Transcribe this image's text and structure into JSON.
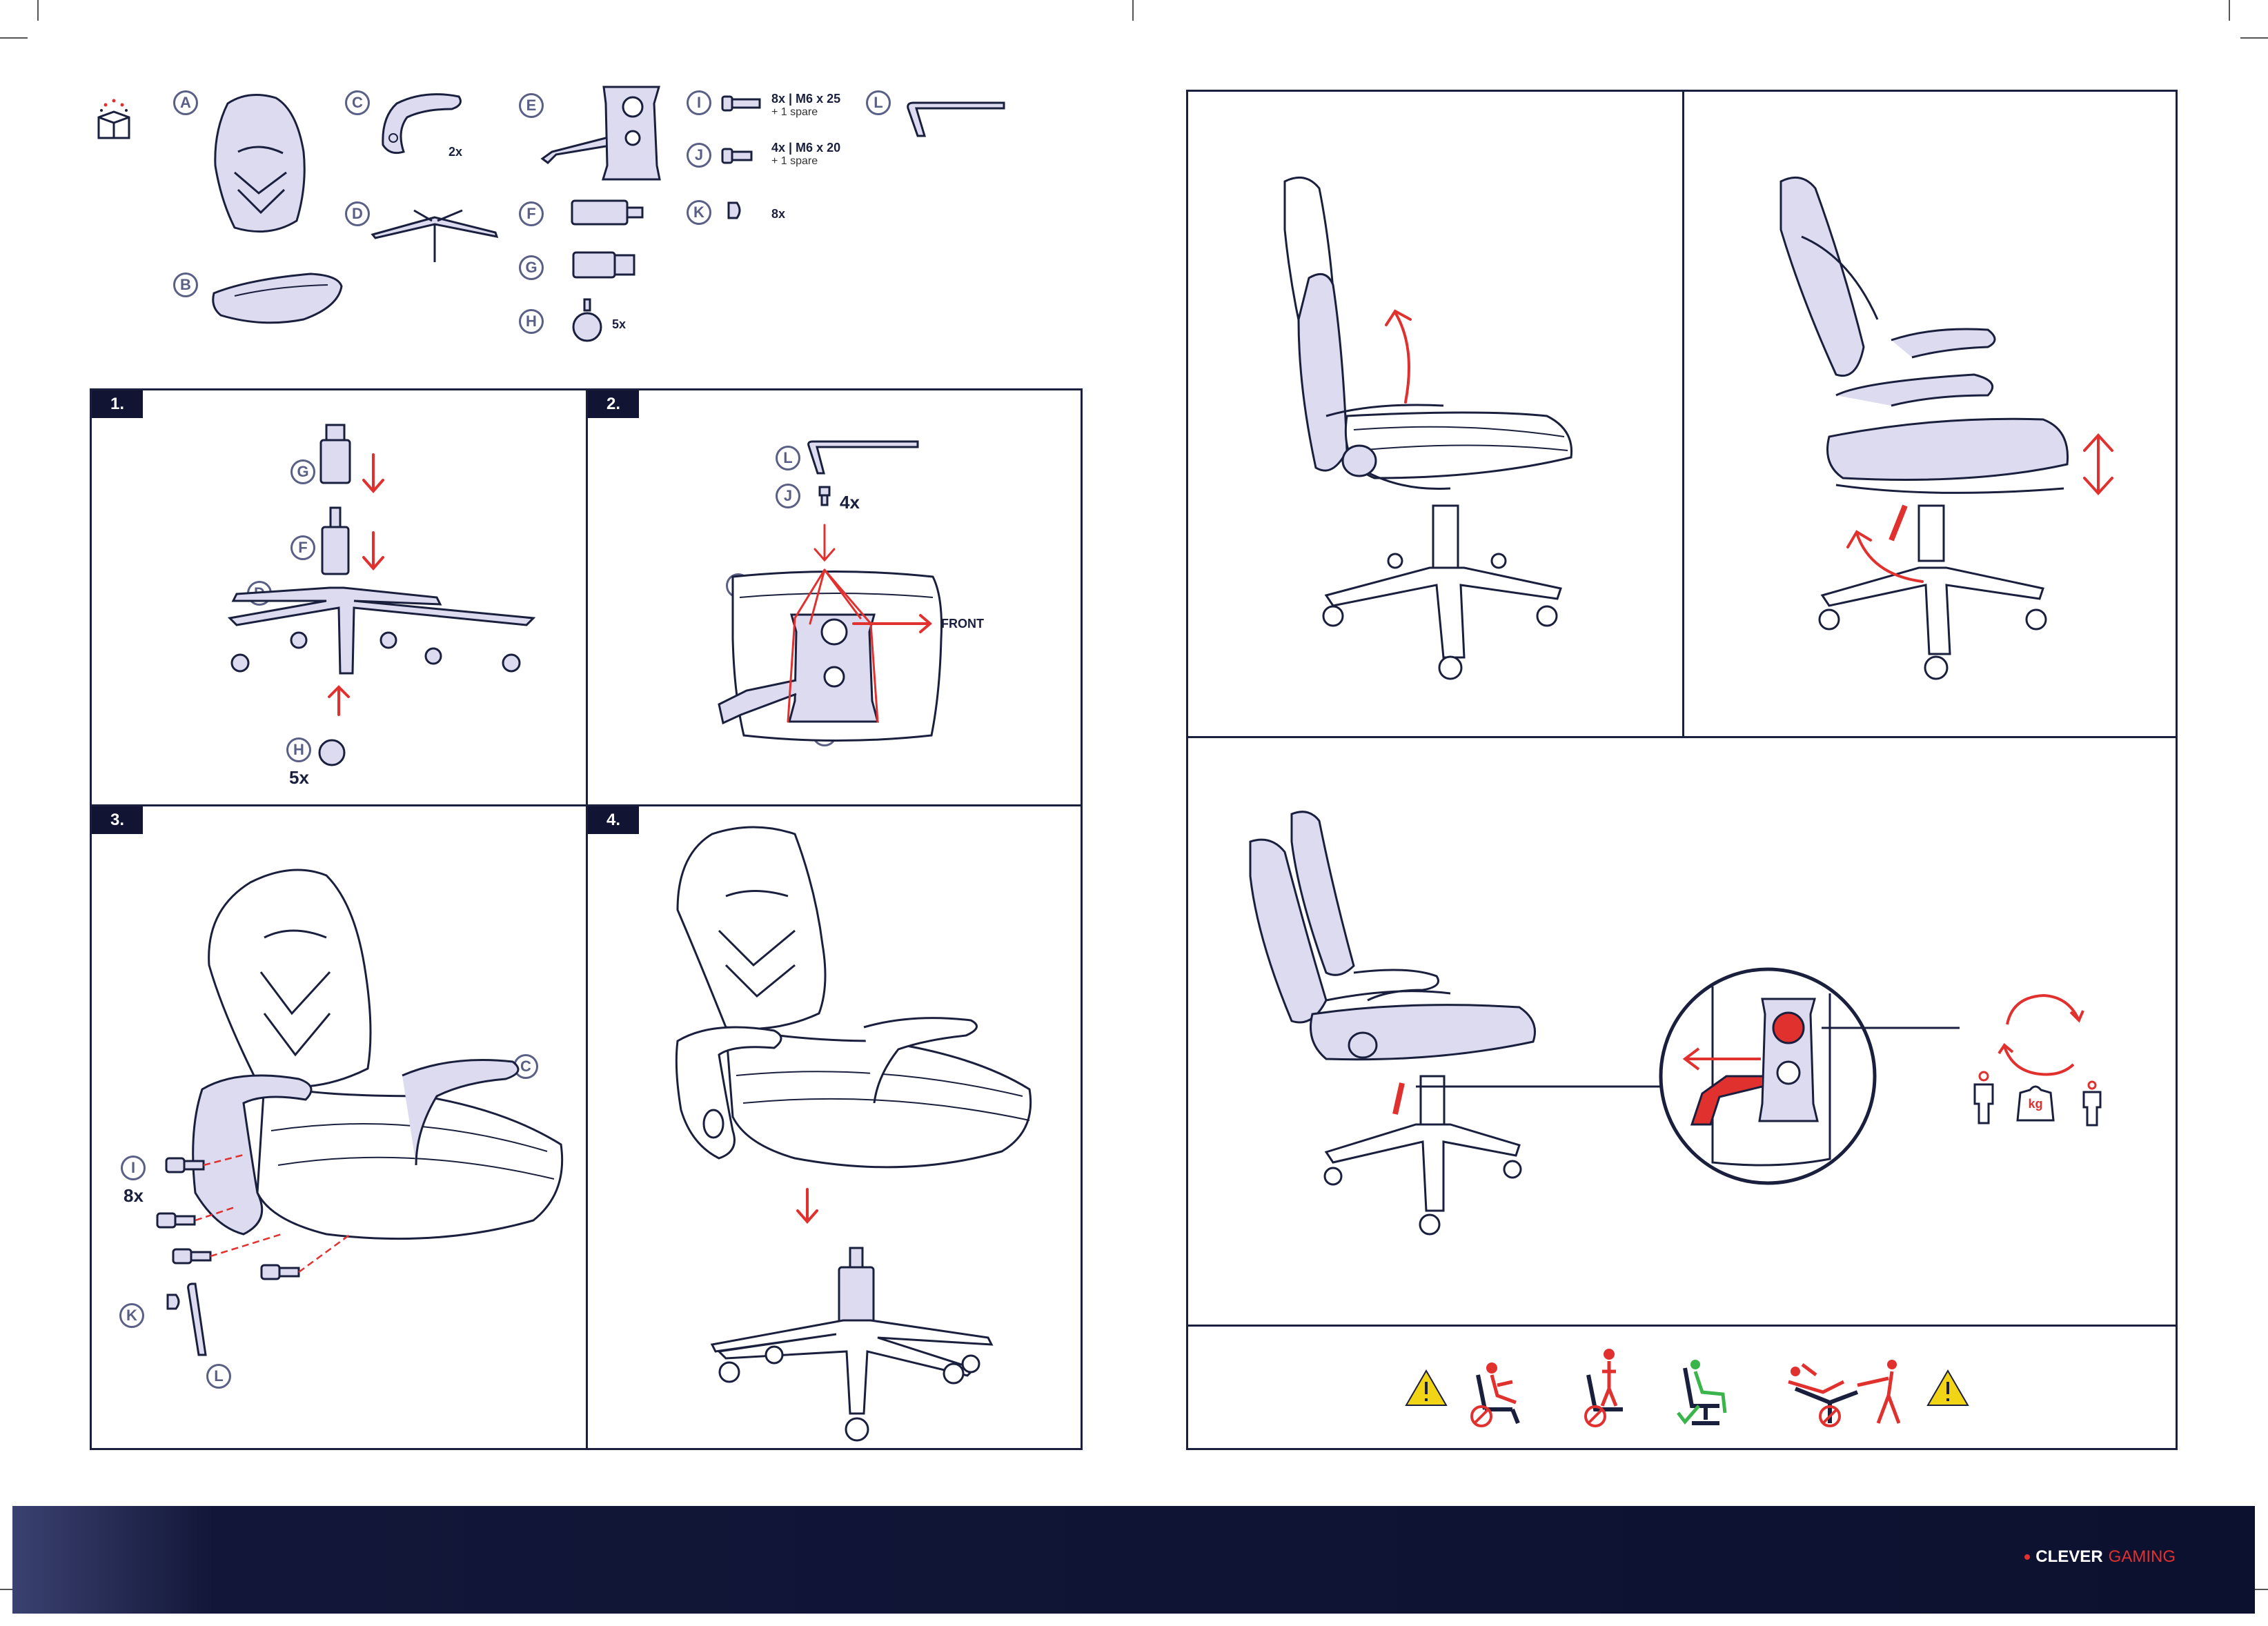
{
  "parts": {
    "A": "A",
    "B": "B",
    "C": "C",
    "D": "D",
    "E": "E",
    "F": "F",
    "G": "G",
    "H": "H",
    "I": "I",
    "J": "J",
    "K": "K",
    "L": "L",
    "c_qty": "2x",
    "h_qty": "5x",
    "i_spec": "8x | M6 x 25",
    "i_spare": "+ 1 spare",
    "j_spec": "4x | M6 x 20",
    "j_spare": "+ 1 spare",
    "k_qty": "8x"
  },
  "steps": {
    "s1": {
      "number": "1.",
      "g": "G",
      "f": "F",
      "d": "D",
      "h": "H",
      "qty": "5x"
    },
    "s2": {
      "number": "2.",
      "l": "L",
      "j": "J",
      "qty": "4x",
      "b": "B",
      "e": "E",
      "front": "FRONT"
    },
    "s3": {
      "number": "3.",
      "c": "C",
      "i": "I",
      "qty": "8x",
      "k": "K",
      "l": "L"
    },
    "s4": {
      "number": "4."
    }
  },
  "adjust": {
    "weight_label": "kg"
  },
  "footer": {
    "brand_main": "CLEVER",
    "brand_accent": "GAMING"
  },
  "colors": {
    "navy": "#1a1f3d",
    "accent_red": "#e0312f",
    "part_fill": "#dcdbf0",
    "warning_yellow": "#f2d417",
    "ok_green": "#3ab54a"
  },
  "icons": {
    "box": "open-box-icon",
    "warning": "warning-triangle-icon",
    "rotate": "rotate-arrows-icon",
    "weight": "weight-icon"
  }
}
